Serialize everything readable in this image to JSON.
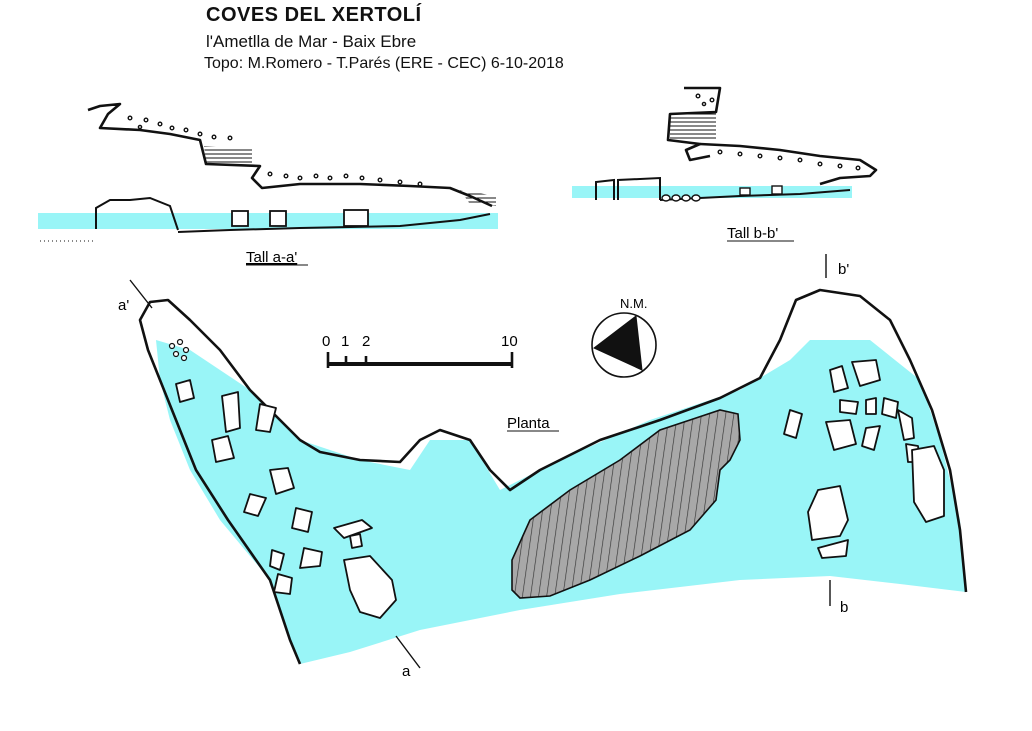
{
  "header": {
    "title": "COVES DEL XERTOLÍ",
    "location": "l'Ametlla de Mar - Baix Ebre",
    "credits": "Topo: M.Romero - T.Parés (ERE - CEC)  6-10-2018"
  },
  "sections": {
    "a_label": "Tall a-a'",
    "b_label": "Tall b-b'"
  },
  "plan": {
    "label": "Planta",
    "north_label": "N.M.",
    "scale_ticks": [
      "0",
      "1",
      "2",
      "10"
    ],
    "markers": {
      "a": "a",
      "a_prime": "a'",
      "b": "b",
      "b_prime": "b'"
    }
  },
  "colors": {
    "water": "#99f5f7",
    "ink": "#111111",
    "hatch": "#9a9a9a"
  }
}
